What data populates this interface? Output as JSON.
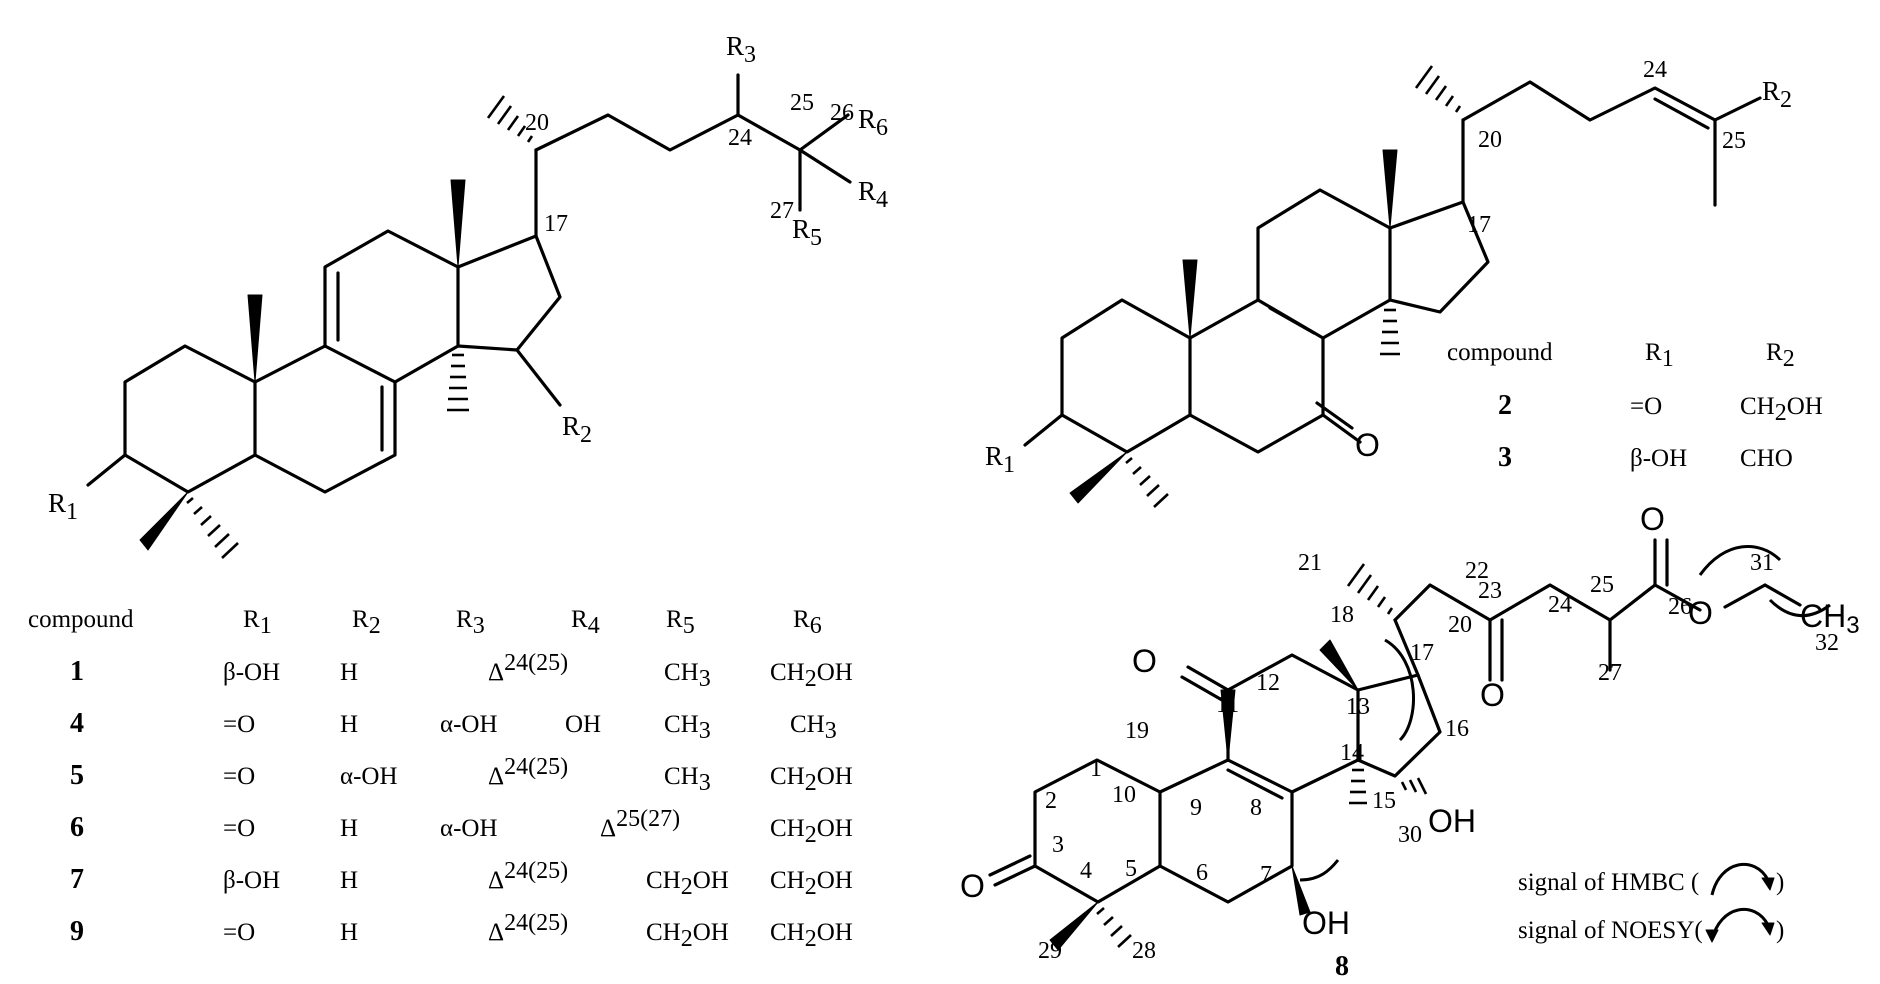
{
  "structure_a": {
    "substituents": [
      "R",
      "R",
      "R",
      "R",
      "R",
      "R"
    ],
    "substituent_subscripts": [
      "1",
      "2",
      "3",
      "4",
      "5",
      "6"
    ],
    "locants": [
      "20",
      "24",
      "25",
      "26",
      "17",
      "27"
    ]
  },
  "table_a": {
    "headers": [
      "compound",
      "R",
      "R",
      "R",
      "R",
      "R",
      "R"
    ],
    "header_subscripts": [
      "",
      "1",
      "2",
      "3",
      "4",
      "5",
      "6"
    ],
    "rows": [
      {
        "compound": "1",
        "r1": "β-OH",
        "r2": "H",
        "r3": "",
        "r4": "",
        "r5": "CH",
        "r5_sub": "3",
        "r6": "CH",
        "r6_sub": "2",
        "r6_tail": "OH",
        "delta": "Δ",
        "delta_sup": "24(25)"
      },
      {
        "compound": "4",
        "r1": "=O",
        "r2": "H",
        "r3": "α-OH",
        "r4": "OH",
        "r5": "CH",
        "r5_sub": "3",
        "r6": "CH",
        "r6_sub": "3",
        "r6_tail": "",
        "delta": "",
        "delta_sup": ""
      },
      {
        "compound": "5",
        "r1": "=O",
        "r2": "α-OH",
        "r3": "",
        "r4": "",
        "r5": "CH",
        "r5_sub": "3",
        "r6": "CH",
        "r6_sub": "2",
        "r6_tail": "OH",
        "delta": "Δ",
        "delta_sup": "24(25)"
      },
      {
        "compound": "6",
        "r1": "=O",
        "r2": "H",
        "r3": "α-OH",
        "r4": "",
        "r5": "",
        "r5_sub": "",
        "r6": "CH",
        "r6_sub": "2",
        "r6_tail": "OH",
        "delta": "Δ",
        "delta_sup": "25(27)"
      },
      {
        "compound": "7",
        "r1": "β-OH",
        "r2": "H",
        "r3": "",
        "r4": "",
        "r5": "CH",
        "r5_sub": "2",
        "r6": "CH",
        "r6_sub": "2",
        "r6_tail": "OH",
        "delta": "Δ",
        "delta_sup": "24(25)"
      },
      {
        "compound": "9",
        "r1": "=O",
        "r2": "H",
        "r3": "",
        "r4": "",
        "r5": "CH",
        "r5_sub": "2",
        "r6": "CH",
        "r6_sub": "2",
        "r6_tail": "OH",
        "delta": "Δ",
        "delta_sup": "24(25)"
      }
    ]
  },
  "structure_b": {
    "substituents": [
      "R",
      "R",
      "O"
    ],
    "substituent_subscripts": [
      "2",
      "1"
    ],
    "locants": [
      "24",
      "20",
      "25",
      "17"
    ]
  },
  "table_b": {
    "headers": [
      "compound",
      "R",
      "R"
    ],
    "header_subscripts": [
      "",
      "1",
      "2"
    ],
    "rows": [
      {
        "compound": "2",
        "r1": "=O",
        "r2": "CH",
        "r2_sub": "2",
        "r2_tail": "OH"
      },
      {
        "compound": "3",
        "r1": "β-OH",
        "r2": "CHO",
        "r2_sub": "",
        "r2_tail": ""
      }
    ]
  },
  "structure_8": {
    "label": "8",
    "atoms": [
      "O",
      "O",
      "O",
      "O",
      "CH",
      "OH",
      "OH",
      "O"
    ],
    "atom_subscripts": [
      "3"
    ],
    "locants": [
      "21",
      "22",
      "23",
      "24",
      "25",
      "26",
      "31",
      "32",
      "27",
      "18",
      "20",
      "17",
      "16",
      "13",
      "12",
      "11",
      "19",
      "1",
      "10",
      "9",
      "8",
      "14",
      "15",
      "2",
      "3",
      "4",
      "5",
      "6",
      "7",
      "30",
      "29",
      "28"
    ]
  },
  "legend": {
    "hmbc": "signal of HMBC (",
    "noesy": "signal of NOESY(",
    "close": ")"
  }
}
